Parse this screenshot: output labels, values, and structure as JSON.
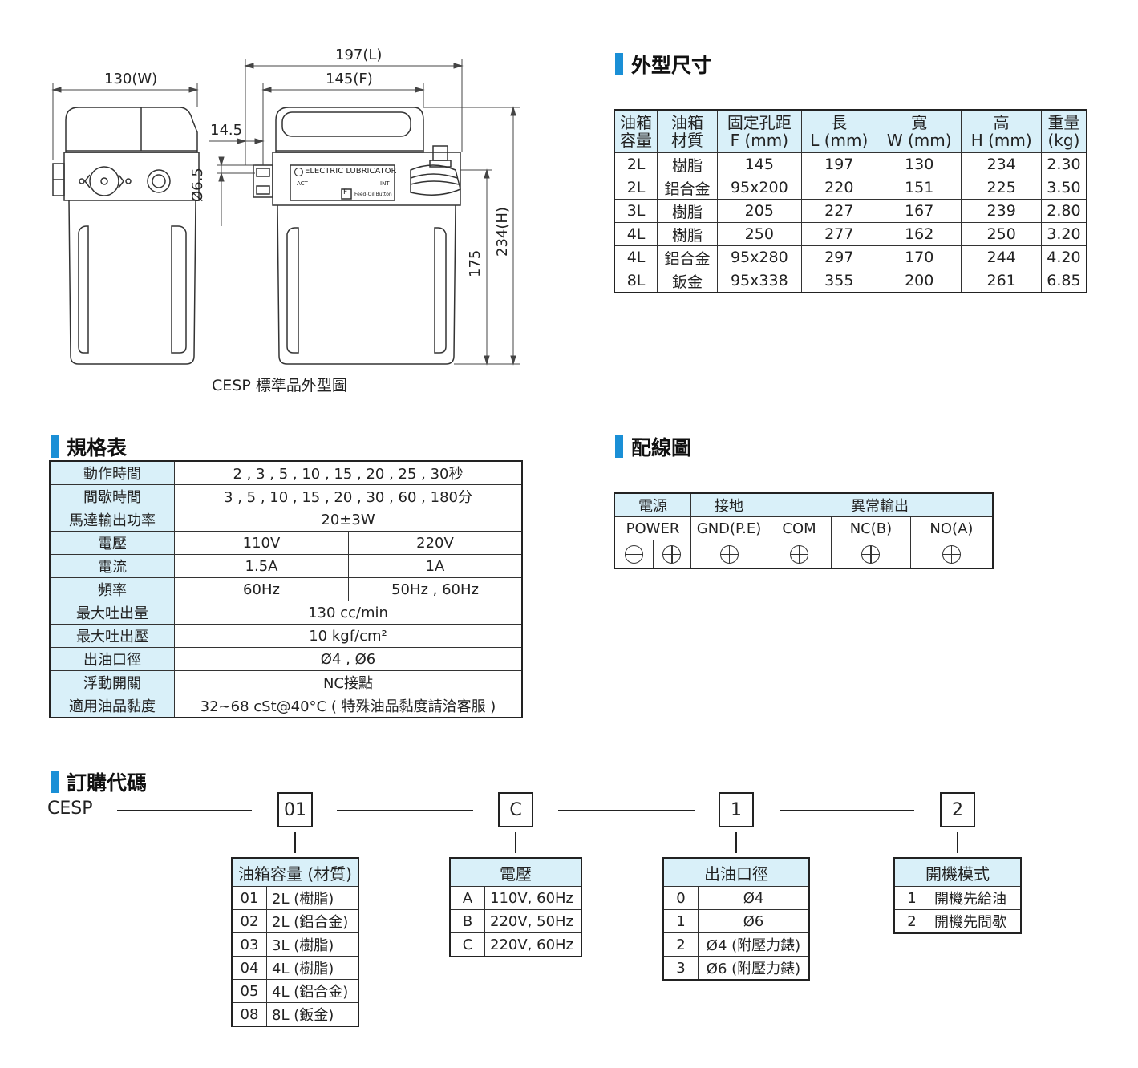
{
  "drawing": {
    "caption": "CESP 標準品外型圖",
    "dim_width": "130(W)",
    "dim_length": "197(L)",
    "dim_fix": "145(F)",
    "dim_offset": "14.5",
    "dim_hole": "Ø6.5",
    "dim_175": "175",
    "dim_height": "234(H)",
    "brand_text": "ELECTRIC LUBRICATOR",
    "label_act": "ACT",
    "label_int": "INT",
    "label_f": "F",
    "label_feed": "Feed-Oil Button"
  },
  "dims": {
    "title": "外型尺寸",
    "headers": [
      [
        "油箱",
        "容量"
      ],
      [
        "油箱",
        "材質"
      ],
      [
        "固定孔距",
        "F (mm)"
      ],
      [
        "長",
        "L (mm)"
      ],
      [
        "寬",
        "W (mm)"
      ],
      [
        "高",
        "H (mm)"
      ],
      [
        "重量",
        "(kg)"
      ]
    ],
    "rows": [
      [
        "2L",
        "樹脂",
        "145",
        "197",
        "130",
        "234",
        "2.30"
      ],
      [
        "2L",
        "鋁合金",
        "95x200",
        "220",
        "151",
        "225",
        "3.50"
      ],
      [
        "3L",
        "樹脂",
        "205",
        "227",
        "167",
        "239",
        "2.80"
      ],
      [
        "4L",
        "樹脂",
        "250",
        "277",
        "162",
        "250",
        "3.20"
      ],
      [
        "4L",
        "鋁合金",
        "95x280",
        "297",
        "170",
        "244",
        "4.20"
      ],
      [
        "8L",
        "鈑金",
        "95x338",
        "355",
        "200",
        "261",
        "6.85"
      ]
    ]
  },
  "spec": {
    "title": "規格表",
    "rows": [
      {
        "label": "動作時間",
        "value": "2 , 3 , 5 , 10 , 15 , 20 , 25 , 30秒"
      },
      {
        "label": "間歇時間",
        "value": "3 , 5 , 10 , 15 , 20 , 30 , 60 , 180分"
      },
      {
        "label": "馬達輸出功率",
        "value": "20±3W"
      },
      {
        "label": "電壓",
        "v1": "110V",
        "v2": "220V"
      },
      {
        "label": "電流",
        "v1": "1.5A",
        "v2": "1A"
      },
      {
        "label": "頻率",
        "v1": "60Hz",
        "v2": "50Hz , 60Hz"
      },
      {
        "label": "最大吐出量",
        "value": "130 cc/min"
      },
      {
        "label": "最大吐出壓",
        "value": "10 kgf/cm²"
      },
      {
        "label": "出油口徑",
        "value": "Ø4 , Ø6"
      },
      {
        "label": "浮動開關",
        "value": "NC接點"
      },
      {
        "label": "適用油品黏度",
        "value": "32~68 cSt@40°C ( 特殊油品黏度請洽客服 )"
      }
    ]
  },
  "wiring": {
    "title": "配線圖",
    "groups": [
      "電源",
      "接地",
      "異常輸出"
    ],
    "terminals": [
      "POWER",
      "GND(P.E)",
      "COM",
      "NC(B)",
      "NO(A)"
    ]
  },
  "order": {
    "title": "訂購代碼",
    "prefix": "CESP",
    "codes": [
      "01",
      "C",
      "1",
      "2"
    ],
    "tank": {
      "header": "油箱容量 (材質)",
      "rows": [
        [
          "01",
          "2L (樹脂)"
        ],
        [
          "02",
          "2L (鋁合金)"
        ],
        [
          "03",
          "3L (樹脂)"
        ],
        [
          "04",
          "4L (樹脂)"
        ],
        [
          "05",
          "4L (鋁合金)"
        ],
        [
          "08",
          "8L (鈑金)"
        ]
      ]
    },
    "voltage": {
      "header": "電壓",
      "rows": [
        [
          "A",
          "110V, 60Hz"
        ],
        [
          "B",
          "220V, 50Hz"
        ],
        [
          "C",
          "220V, 60Hz"
        ]
      ]
    },
    "outlet": {
      "header": "出油口徑",
      "rows": [
        [
          "0",
          "Ø4"
        ],
        [
          "1",
          "Ø6"
        ],
        [
          "2",
          "Ø4 (附壓力錶)"
        ],
        [
          "3",
          "Ø6 (附壓力錶)"
        ]
      ]
    },
    "startup": {
      "header": "開機模式",
      "rows": [
        [
          "1",
          "開機先給油"
        ],
        [
          "2",
          "開機先間歇"
        ]
      ]
    }
  }
}
